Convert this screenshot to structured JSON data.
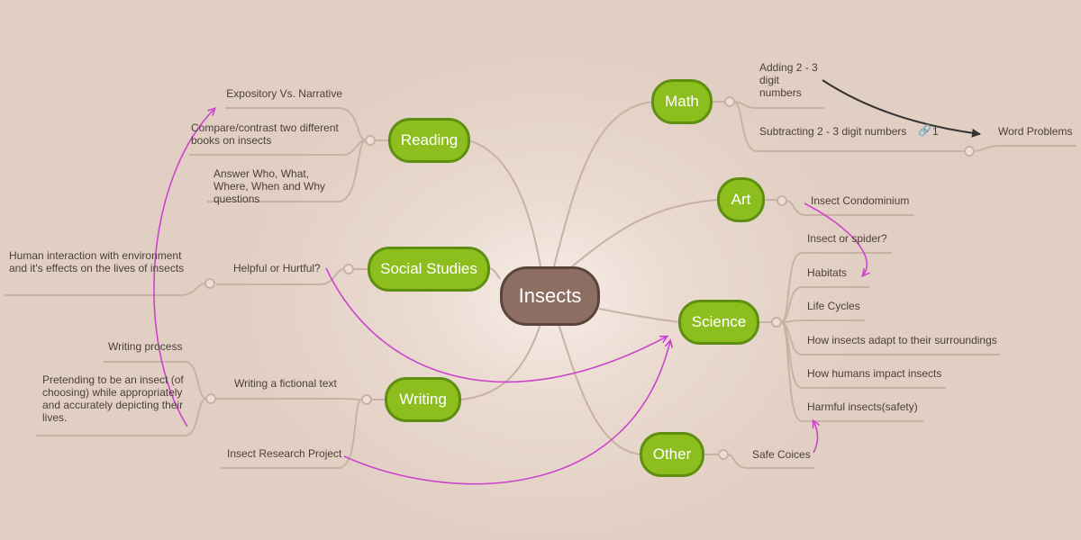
{
  "central": "Insects",
  "branches": {
    "math": "Math",
    "reading": "Reading",
    "social": "Social Studies",
    "writing": "Writing",
    "art": "Art",
    "science": "Science",
    "other": "Other"
  },
  "math_items": {
    "adding": "Adding 2 - 3 digit numbers",
    "subtracting": "Subtracting 2 - 3 digit numbers",
    "word": "Word Problems",
    "link_count": "1"
  },
  "reading_items": {
    "expository": "Expository Vs. Narrative",
    "compare": "Compare/contrast two different books on insects",
    "questions": "Answer Who, What, Where, When and Why questions"
  },
  "social_items": {
    "helpful": "Helpful or Hurtful?",
    "human": "Human interaction with environment and it's effects on the lives of insects"
  },
  "writing_items": {
    "fictional": "Writing a fictional text",
    "process": "Writing process",
    "pretending": "Pretending to be an insect (of choosing) while appropriately and accurately depicting their lives.",
    "research": "Insect Research Project"
  },
  "art_items": {
    "condo": "Insect Condominium"
  },
  "science_items": {
    "spider": "Insect or spider?",
    "habitats": "Habitats",
    "lifecycles": "Life Cycles",
    "adapt": "How insects adapt to their surroundings",
    "humans": "How humans impact insects",
    "harmful": "Harmful insects(safety)"
  },
  "other_items": {
    "safe": "Safe Coices"
  },
  "colors": {
    "central_fill": "#8c6f62",
    "branch_fill": "#8cbf1e",
    "branch_border": "#5f8f10",
    "connector": "#c8b2a6",
    "relationship": "#cc44cc",
    "dark_arrow": "#333333"
  },
  "icons": {
    "link": "link-icon"
  }
}
